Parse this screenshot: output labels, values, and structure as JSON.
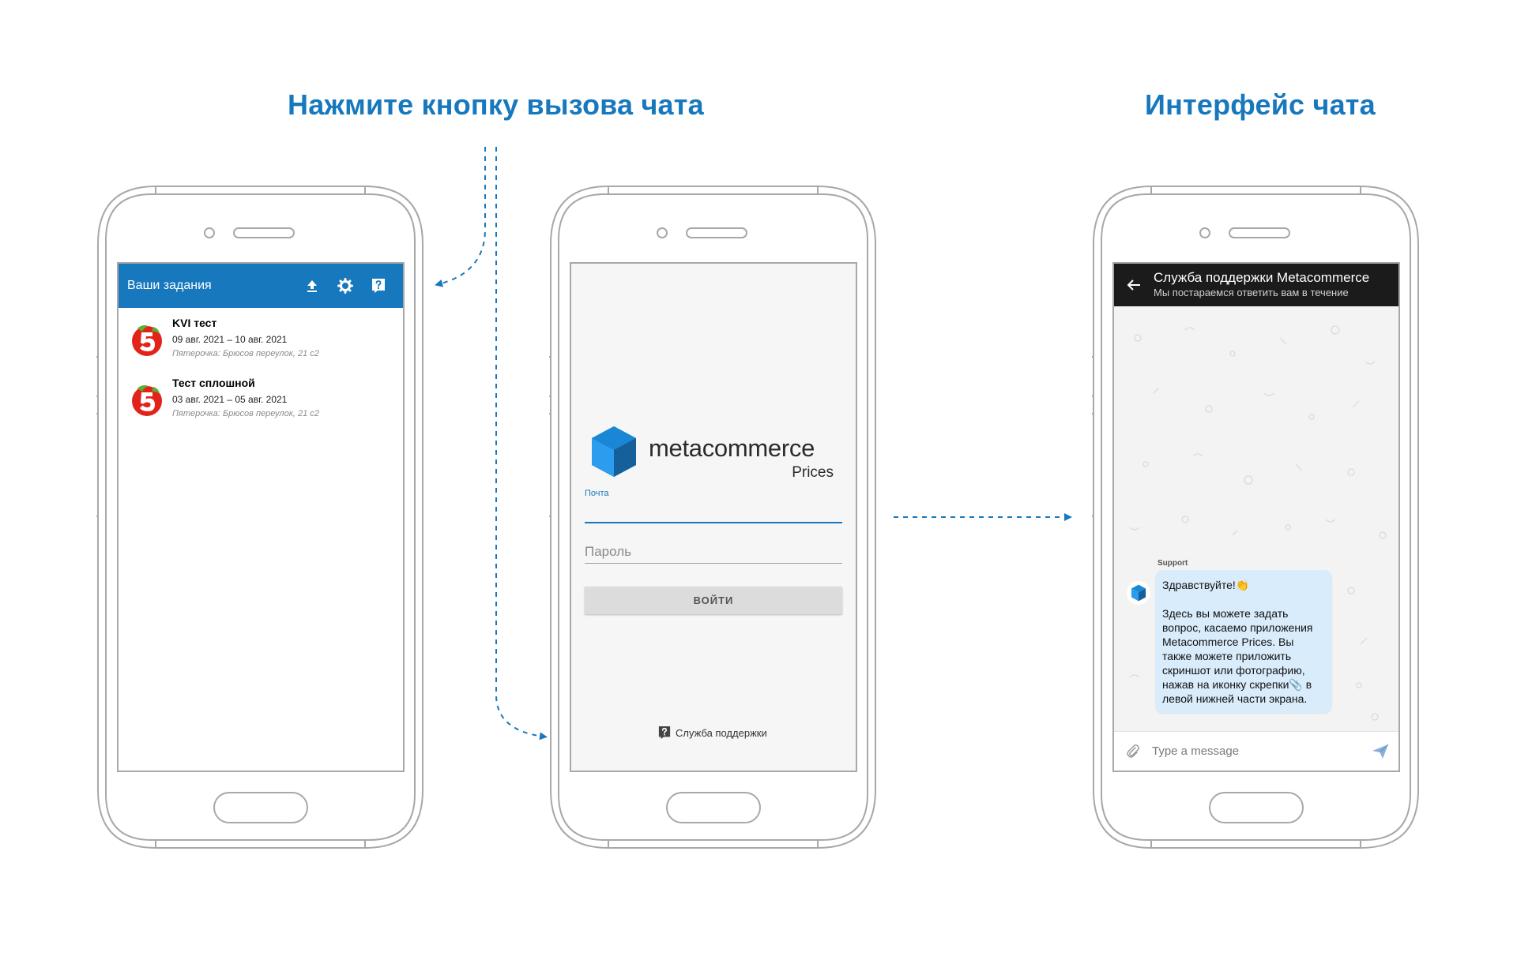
{
  "headings": {
    "left": "Нажмите кнопку вызова чата",
    "right": "Интерфейс чата"
  },
  "tasks_screen": {
    "title": "Ваши задания",
    "icons": [
      "upload-icon",
      "gear-icon",
      "help-icon"
    ],
    "tasks": [
      {
        "title": "KVI тест",
        "dates": "09 авг. 2021 – 10 авг. 2021",
        "address": "Пятерочка: Брюсов переулок, 21 с2"
      },
      {
        "title": "Тест сплошной",
        "dates": "03 авг. 2021 – 05 авг. 2021",
        "address": "Пятерочка: Брюсов переулок, 21 с2"
      }
    ]
  },
  "login_screen": {
    "logo_word": "metacommerce",
    "logo_sub": "Prices",
    "email_label": "Почта",
    "password_placeholder": "Пароль",
    "login_button": "ВОЙТИ",
    "support_link": "Служба поддержки"
  },
  "chat_screen": {
    "title": "Служба поддержки Metacommerce",
    "subtitle": "Мы постараемся ответить вам в течение",
    "sender": "Support",
    "greeting": "Здравствуйте!👏",
    "message": "Здесь вы можете задать вопрос, касаемо приложения Metacommerce Prices. Вы также можете приложить скриншот или фотографию, нажав на иконку скрепки📎 в левой нижней части экрана.",
    "input_placeholder": "Type a message"
  },
  "colors": {
    "accent": "#1778bd",
    "chat_bar": "#1b1b1b",
    "bubble": "#d9ecfb",
    "outline": "#a8a8a8"
  }
}
